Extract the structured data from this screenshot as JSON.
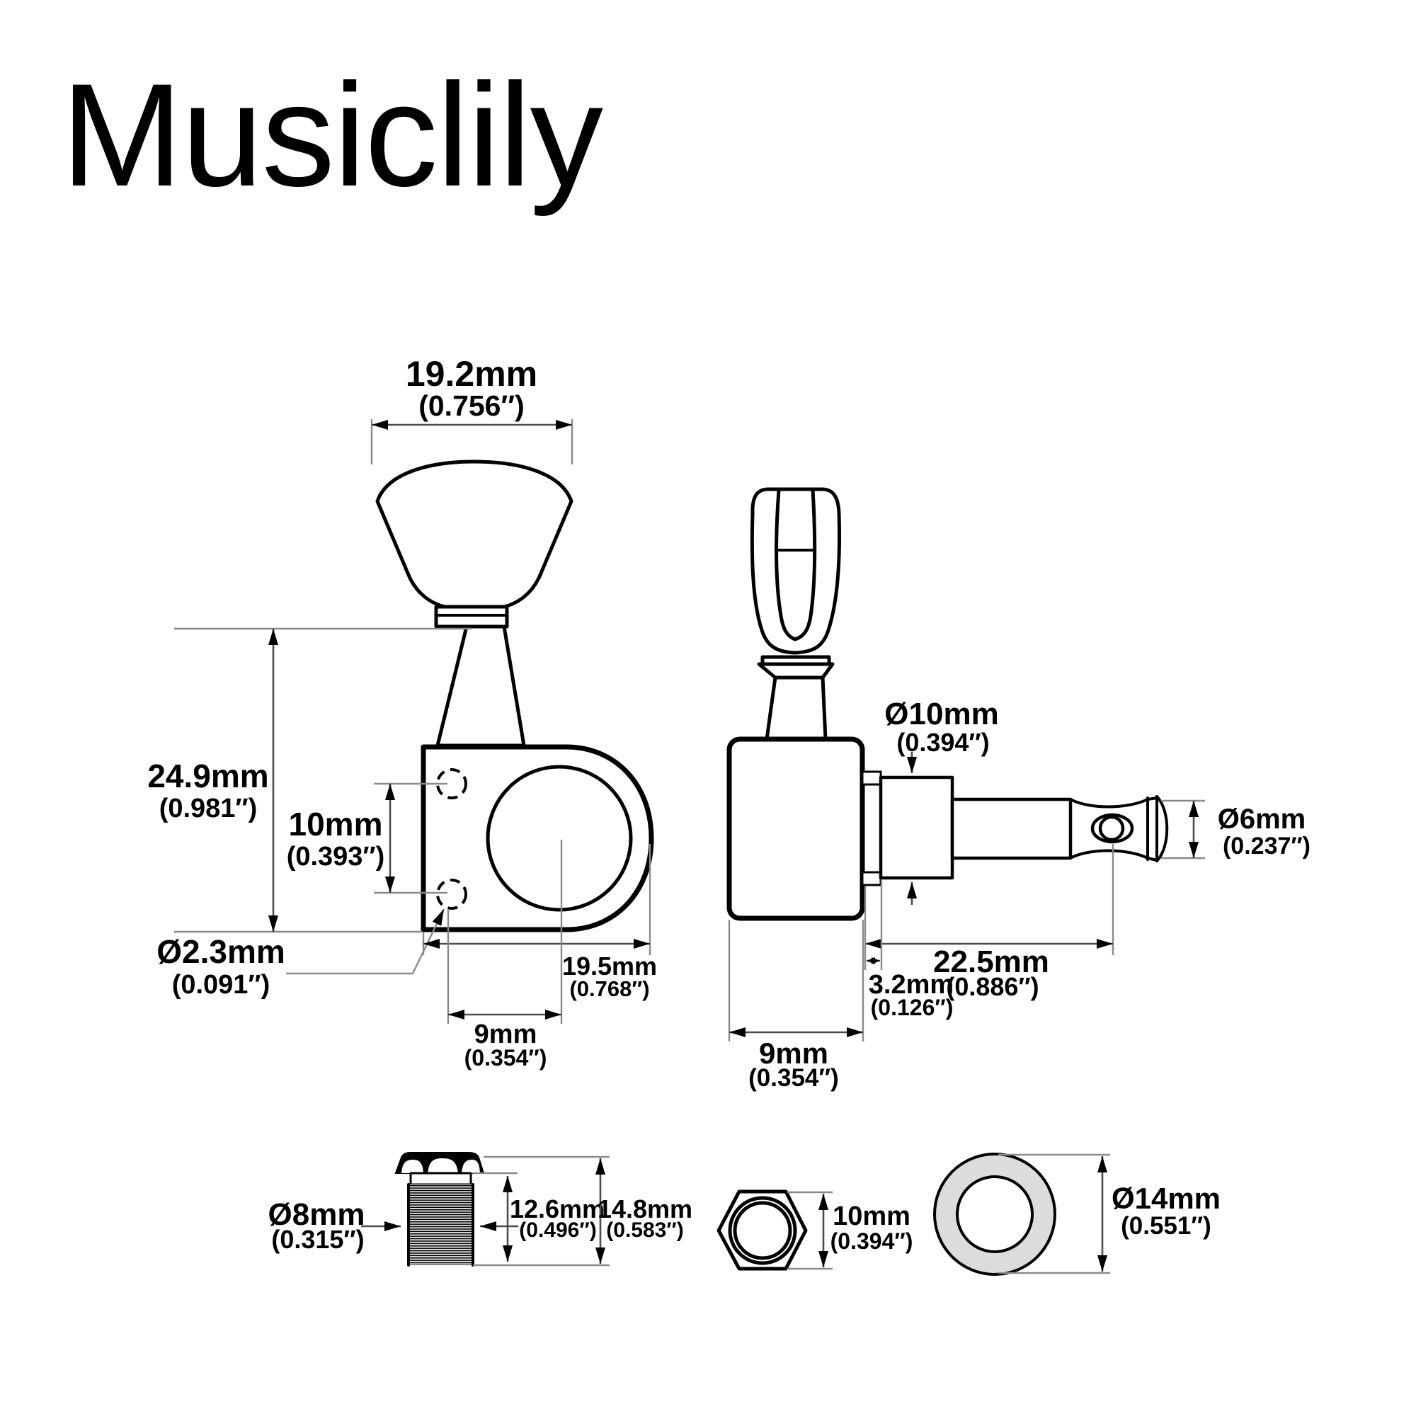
{
  "title": "Musiclily",
  "colors": {
    "background": "#ffffff",
    "line": "#000000",
    "dimension_line": "#4c4c4c",
    "extension_line": "#8a8a8a",
    "washer_fill": "#dcdcdc"
  },
  "front": {
    "button_width_mm": "19.2mm",
    "button_width_in": "(0.756″)",
    "overall_height_mm": "24.9mm",
    "overall_height_in": "(0.981″)",
    "screw_spacing_mm": "10mm",
    "screw_spacing_in": "(0.393″)",
    "screw_hole_dia_mm": "Ø2.3mm",
    "screw_hole_dia_in": "(0.091″)",
    "housing_width_mm": "19.5mm",
    "housing_width_in": "(0.768″)",
    "post_offset_mm": "9mm",
    "post_offset_in": "(0.354″)"
  },
  "side": {
    "bushing_dia_mm": "Ø10mm",
    "bushing_dia_in": "(0.394″)",
    "post_dia_mm": "Ø6mm",
    "post_dia_in": "(0.237″)",
    "post_length_mm": "22.5mm",
    "post_length_in": "(0.886″)",
    "bushing_protrusion_mm": "3.2mm",
    "bushing_protrusion_in": "(0.126″)",
    "housing_depth_mm": "9mm",
    "housing_depth_in": "(0.354″)"
  },
  "bushing": {
    "thread_dia_mm": "Ø8mm",
    "thread_dia_in": "(0.315″)",
    "thread_length_mm": "12.6mm",
    "thread_length_in": "(0.496″)",
    "total_height_mm": "14.8mm",
    "total_height_in": "(0.583″)"
  },
  "nut": {
    "size_mm": "10mm",
    "size_in": "(0.394″)"
  },
  "washer": {
    "outer_dia_mm": "Ø14mm",
    "outer_dia_in": "(0.551″)"
  }
}
